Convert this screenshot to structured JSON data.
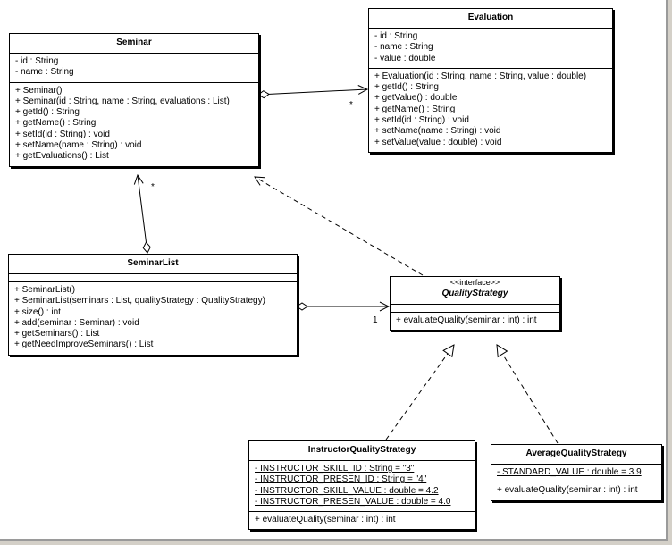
{
  "classes": {
    "seminar": {
      "name": "Seminar",
      "attributes": [
        "- id : String",
        "- name : String"
      ],
      "operations": [
        "+ Seminar()",
        "+ Seminar(id : String, name : String, evaluations : List)",
        "+ getId() : String",
        "+ getName() : String",
        "+ setId(id : String) : void",
        "+ setName(name : String) : void",
        "+ getEvaluations() : List"
      ]
    },
    "evaluation": {
      "name": "Evaluation",
      "attributes": [
        "- id : String",
        "- name : String",
        "- value : double"
      ],
      "operations": [
        "+ Evaluation(id : String, name : String, value : double)",
        "+ getId() : String",
        "+ getValue() : double",
        "+ getName() : String",
        "+ setId(id : String) : void",
        "+ setName(name : String) : void",
        "+ setValue(value : double) : void"
      ]
    },
    "seminarlist": {
      "name": "SeminarList",
      "attributes": [],
      "operations": [
        "+ SeminarList()",
        "+ SeminarList(seminars : List, qualityStrategy : QualityStrategy)",
        "+ size() : int",
        "+ add(seminar : Seminar) : void",
        "+ getSeminars() : List",
        "+ getNeedImproveSeminars() : List"
      ]
    },
    "qualitystrategy": {
      "stereotype": "<<interface>>",
      "name": "QualityStrategy",
      "attributes": [],
      "operations": [
        "+ evaluateQuality(seminar : int) : int"
      ]
    },
    "instructorqualitystrategy": {
      "name": "InstructorQualityStrategy",
      "attributes": [
        "- INSTRUCTOR_SKILL_ID : String = \"3\"",
        "- INSTRUCTOR_PRESEN_ID : String = \"4\"",
        "- INSTRUCTOR_SKILL_VALUE : double = 4.2",
        "- INSTRUCTOR_PRESEN_VALUE : double = 4.0"
      ],
      "operations": [
        "+ evaluateQuality(seminar : int) : int"
      ]
    },
    "averagequalitystrategy": {
      "name": "AverageQualityStrategy",
      "attributes": [
        "- STANDARD_VALUE : double = 3.9"
      ],
      "operations": [
        "+ evaluateQuality(seminar : int) : int"
      ]
    }
  },
  "multiplicities": {
    "seminar_evaluation": "*",
    "seminarlist_seminar": "*",
    "seminarlist_qualitystrategy": "1"
  },
  "colors": {
    "line": "#000000",
    "canvas": "#ffffff",
    "frame": "#d4d0c8"
  }
}
